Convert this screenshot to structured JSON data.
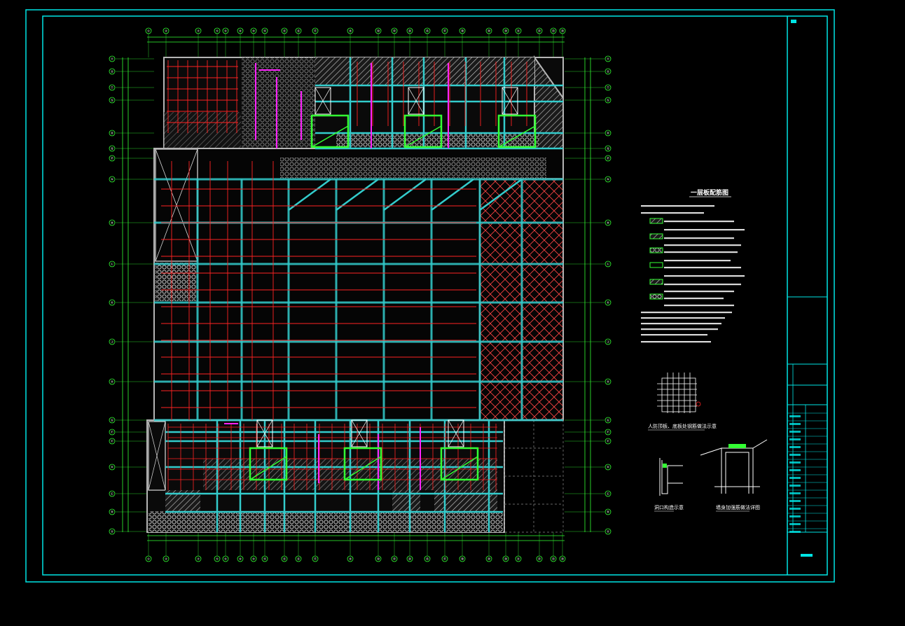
{
  "drawing": {
    "title": "一层板配筋图",
    "detail_captions": {
      "d1": "人防顶板、底板处钢筋做法示意",
      "d2": "洞口构造示意",
      "d3": "墙身加强筋做法详图"
    },
    "colors": {
      "background": "#000000",
      "frame": "#00e5e5",
      "beam": "#33cccc",
      "wall": "#b5b5b5",
      "rebar": "#ff2222",
      "magenta": "#ff22ff",
      "green": "#33ff33",
      "hatch": "#cfcfcf",
      "text": "#ffffff"
    },
    "grid_column_bubbles": [
      "①",
      "②",
      "③",
      "⑤",
      "⑥",
      "⑧",
      "⑩",
      "⑫",
      "⑬",
      "⑮",
      "⑰",
      "⑲",
      "⑳",
      "㉒",
      "㉔",
      "㉕",
      "㉗",
      "㉘",
      "㉙",
      "㉚",
      "㉛",
      "㉜",
      "㉝",
      "㉞"
    ],
    "grid_row_bubbles": [
      "Ⓐ",
      "Ⓑ",
      "Ⓒ",
      "Ⓓ",
      "Ⓔ",
      "Ⓕ",
      "Ⓖ",
      "Ⓗ",
      "Ⓙ",
      "Ⓚ",
      "Ⓛ",
      "Ⓜ",
      "Ⓝ",
      "Ⓟ",
      "Ⓠ",
      "Ⓡ",
      "Ⓢ",
      "Ⓣ",
      "Ⓤ",
      "Ⓥ"
    ]
  }
}
